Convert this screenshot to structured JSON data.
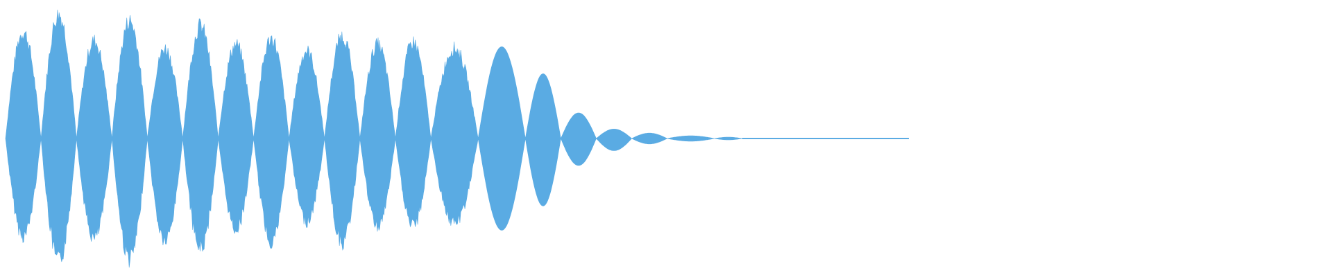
{
  "waveform": {
    "color": "#5aabe3",
    "background": "#ffffff",
    "lobes": [
      {
        "t": 0.0,
        "top": 0.85,
        "bot": 0.78,
        "dense": true
      },
      {
        "t": 0.03,
        "top": 0.99,
        "bot": 0.98,
        "dense": true
      },
      {
        "t": 0.06,
        "top": 0.78,
        "bot": 0.8,
        "dense": true
      },
      {
        "t": 0.09,
        "top": 0.94,
        "bot": 0.96,
        "dense": true
      },
      {
        "t": 0.12,
        "top": 0.72,
        "bot": 0.82,
        "dense": true
      },
      {
        "t": 0.15,
        "top": 0.9,
        "bot": 0.88,
        "dense": true
      },
      {
        "t": 0.18,
        "top": 0.75,
        "bot": 0.72,
        "dense": true
      },
      {
        "t": 0.21,
        "top": 0.8,
        "bot": 0.82,
        "dense": true
      },
      {
        "t": 0.24,
        "top": 0.7,
        "bot": 0.66,
        "dense": true
      },
      {
        "t": 0.27,
        "top": 0.82,
        "bot": 0.83,
        "dense": true
      },
      {
        "t": 0.3,
        "top": 0.75,
        "bot": 0.7,
        "dense": true
      },
      {
        "t": 0.33,
        "top": 0.77,
        "bot": 0.7,
        "dense": true
      },
      {
        "t": 0.36,
        "top": 0.72,
        "bot": 0.68,
        "dense": true
      },
      {
        "t": 0.4,
        "top": 0.68,
        "bot": 0.68,
        "dense": false
      },
      {
        "t": 0.44,
        "top": 0.48,
        "bot": 0.5,
        "dense": false
      },
      {
        "t": 0.47,
        "top": 0.19,
        "bot": 0.2,
        "dense": false
      },
      {
        "t": 0.5,
        "top": 0.07,
        "bot": 0.09,
        "dense": false
      },
      {
        "t": 0.53,
        "top": 0.04,
        "bot": 0.04,
        "dense": false
      },
      {
        "t": 0.56,
        "top": 0.02,
        "bot": 0.02,
        "dense": false
      },
      {
        "t": 0.6,
        "top": 0.01,
        "bot": 0.01,
        "dense": false
      }
    ],
    "tail_level": 0.005
  }
}
